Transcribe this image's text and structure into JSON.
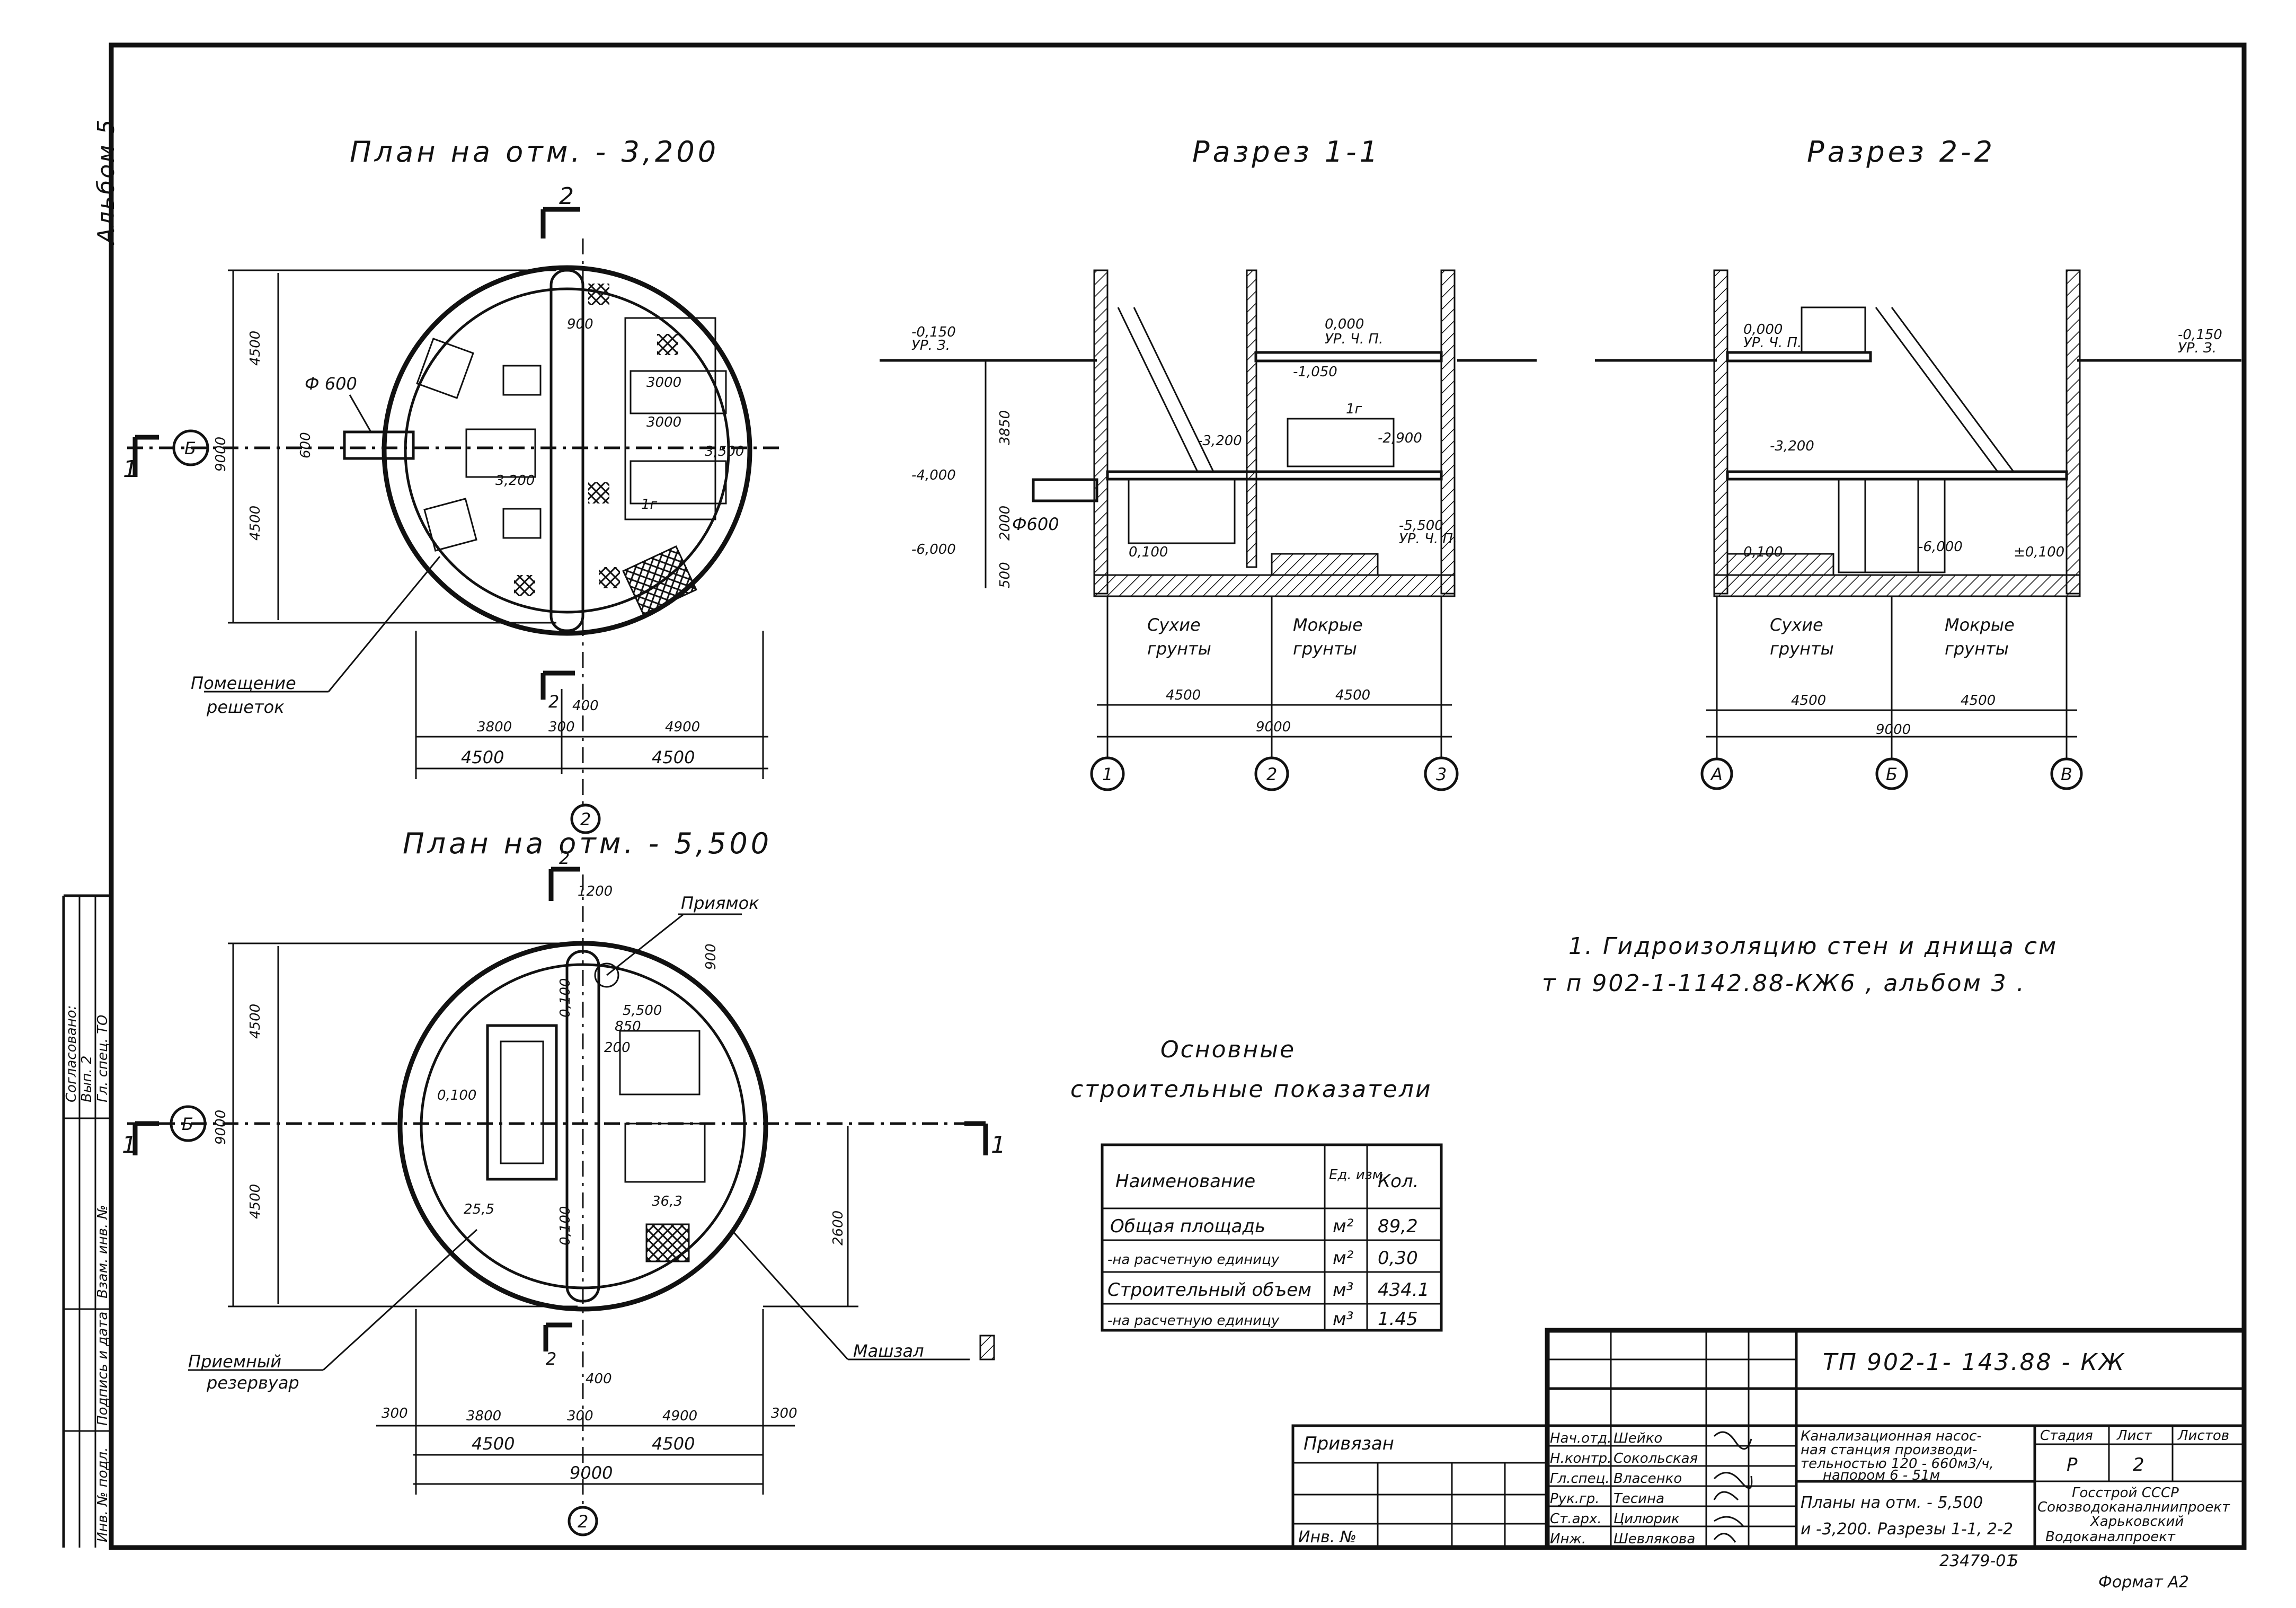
{
  "album_label": "Альбом 5",
  "plan1": {
    "title": "План на отм. - 3,200",
    "section_mark": "1",
    "axis_b": "Б",
    "axis_2": "2",
    "cut_2": "2",
    "pipe_label": "Ф 600",
    "dims": [
      "4500",
      "9000",
      "4500",
      "600",
      "3800",
      "300",
      "4900",
      "4500",
      "4500",
      "400",
      "2",
      "900",
      "400",
      "3000",
      "3000",
      "3,500",
      "3,200",
      "1г"
    ],
    "room_label_1": "Помещение",
    "room_label_2": "решеток"
  },
  "plan2": {
    "title": "План на отм. - 5,500",
    "section_mark_left": "1",
    "section_mark_right": "1",
    "axis_b": "Б",
    "axis_2": "2",
    "cut_2": "2",
    "pit_label": "Приямок",
    "dims": [
      "4500",
      "9000",
      "4500",
      "1200",
      "900",
      "5,500",
      "850",
      "200",
      "0,100",
      "0,100",
      "0,100",
      "25,5",
      "36,3",
      "2600",
      "300",
      "3800",
      "300",
      "4900",
      "300",
      "4500",
      "4500",
      "9000",
      "400",
      "2"
    ],
    "tank_label_1": "Приемный",
    "tank_label_2": "резервуар",
    "hall_label": "Машзал"
  },
  "section1": {
    "title": "Разрез 1-1",
    "levels": [
      "-0,150",
      "УР. З.",
      "0,000",
      "УР. Ч. П.",
      "-1,050",
      "-3,200",
      "-2,900",
      "-4,000",
      "-5,500",
      "УР. Ч. П.",
      "-6,000",
      "0,100"
    ],
    "dims": [
      "3850",
      "2000",
      "500"
    ],
    "pipe": "Ф600",
    "dry": [
      "Сухие",
      "грунты"
    ],
    "wet": [
      "Мокрые",
      "грунты"
    ],
    "span": [
      "4500",
      "4500",
      "9000"
    ],
    "axes": [
      "1",
      "2",
      "3"
    ],
    "mark_1г": "1г"
  },
  "section2": {
    "title": "Разрез 2-2",
    "levels": [
      "0,000",
      "УР. Ч. П.",
      "-0,150",
      "УР. З.",
      "-3,200",
      "0,100",
      "-6,000",
      "±0,100"
    ],
    "dry": [
      "Сухие",
      "грунты"
    ],
    "wet": [
      "Мокрые",
      "грунты"
    ],
    "span": [
      "4500",
      "4500",
      "9000"
    ],
    "axes": [
      "А",
      "Б",
      "В"
    ]
  },
  "note": {
    "line1": "1. Гидроизоляцию стен и днища см",
    "line2": "т п 902-1-1142.88-КЖ6 , альбом 3 ."
  },
  "indicators": {
    "title1": "Основные",
    "title2": "строительные показатели",
    "headers": [
      "Наименование",
      "Ед. изм.",
      "Кол."
    ],
    "rows": [
      {
        "name": "Общая площадь",
        "unit": "м²",
        "qty": "89,2"
      },
      {
        "name": "-на расчетную единицу",
        "unit": "м²",
        "qty": "0,30"
      },
      {
        "name": "Строительный объем",
        "unit": "м³",
        "qty": "434.1"
      },
      {
        "name": "-на расчетную единицу",
        "unit": "м³",
        "qty": "1.45"
      }
    ]
  },
  "stamp": {
    "code": "ТП 902-1- 143.88 - КЖ",
    "linked": "Привязан",
    "inv": "Инв. №",
    "roles": [
      "Нач.отд.",
      "Н.контр.",
      "Гл.спец.",
      "Рук.гр.",
      "Ст.арх.",
      "Инж."
    ],
    "names": [
      "Шейко",
      "Сокольская",
      "Власенко",
      "Тесина",
      "Цилюрик",
      "Шевлякова"
    ],
    "desc": [
      "Канализационная насос-",
      "ная станция производи-",
      "тельностью 120 - 660м3/ч,",
      "напором 6 - 51м"
    ],
    "sheet_title": [
      "Планы на отм. - 5,500",
      "и -3,200. Разрезы 1-1, 2-2"
    ],
    "hdr_stage": "Стадия",
    "hdr_sheet": "Лист",
    "hdr_sheets": "Листов",
    "stage": "Р",
    "sheet": "2",
    "org": [
      "Госстрой СССР",
      "Союзводоканалниипроект",
      "Харьковский",
      "Водоканалпроект"
    ],
    "number": "23479-01",
    "number_sheet": "5",
    "format": "Формат А2"
  },
  "side": {
    "agreed": "Согласовано:",
    "vyp": "Вып. 2",
    "gl_spec": "Гл. спец. ТО",
    "inv_orig": "Инв. № подл.",
    "sign_date": "Подпись и дата",
    "replace": "Взам. инв. №"
  }
}
